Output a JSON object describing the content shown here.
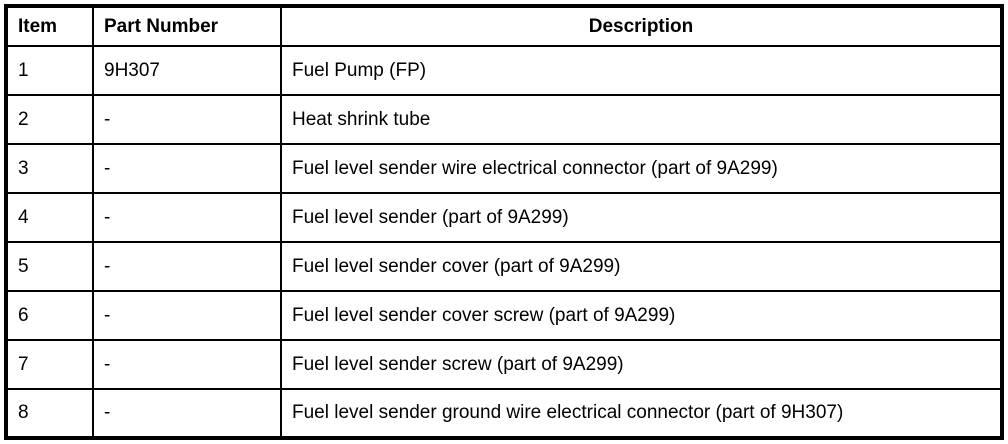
{
  "table": {
    "columns": [
      {
        "key": "item",
        "label": "Item"
      },
      {
        "key": "part_number",
        "label": "Part Number"
      },
      {
        "key": "description",
        "label": "Description"
      }
    ],
    "rows": [
      {
        "item": "1",
        "part_number": "9H307",
        "description": "Fuel Pump (FP)"
      },
      {
        "item": "2",
        "part_number": "-",
        "description": "Heat shrink tube"
      },
      {
        "item": "3",
        "part_number": "-",
        "description": "Fuel level sender wire electrical connector (part of 9A299)"
      },
      {
        "item": "4",
        "part_number": "-",
        "description": "Fuel level sender (part of 9A299)"
      },
      {
        "item": "5",
        "part_number": "-",
        "description": "Fuel level sender cover (part of 9A299)"
      },
      {
        "item": "6",
        "part_number": "-",
        "description": "Fuel level sender cover screw (part of 9A299)"
      },
      {
        "item": "7",
        "part_number": "-",
        "description": "Fuel level sender screw (part of 9A299)"
      },
      {
        "item": "8",
        "part_number": "-",
        "description": "Fuel level sender ground wire electrical connector (part of 9H307)"
      }
    ]
  }
}
